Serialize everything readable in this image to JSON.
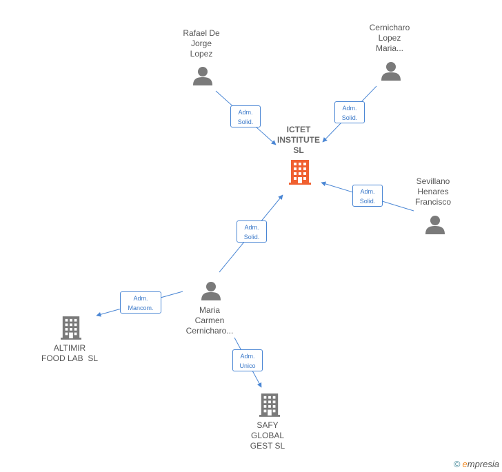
{
  "colors": {
    "edge": "#4a86d4",
    "person": "#7a7a7a",
    "company": "#7a7a7a",
    "center_company": "#f06030"
  },
  "center": {
    "lines": [
      "ICTET",
      "INSTITUTE",
      "SL"
    ],
    "icon": "building-icon"
  },
  "people": [
    {
      "id": "rafael",
      "lines": [
        "Rafael De",
        "Jorge",
        "Lopez"
      ],
      "icon": "person-icon"
    },
    {
      "id": "cernicharo-lopez",
      "lines": [
        "Cernicharo",
        "Lopez",
        "Maria..."
      ],
      "icon": "person-icon"
    },
    {
      "id": "sevillano",
      "lines": [
        "Sevillano",
        "Henares",
        "Francisco"
      ],
      "icon": "person-icon"
    },
    {
      "id": "maria-carmen",
      "lines": [
        "Maria",
        "Carmen",
        "Cernicharo..."
      ],
      "icon": "person-icon"
    }
  ],
  "companies": [
    {
      "id": "altimir",
      "lines": [
        "ALTIMIR",
        "FOOD LAB  SL"
      ],
      "icon": "building-icon"
    },
    {
      "id": "safy",
      "lines": [
        "SAFY",
        "GLOBAL",
        "GEST SL"
      ],
      "icon": "building-icon"
    }
  ],
  "edges": [
    {
      "id": "e-rafael",
      "lines": [
        "Adm.",
        "Solid."
      ]
    },
    {
      "id": "e-cernicharo",
      "lines": [
        "Adm.",
        "Solid."
      ]
    },
    {
      "id": "e-sevillano",
      "lines": [
        "Adm.",
        "Solid."
      ]
    },
    {
      "id": "e-maria-center",
      "lines": [
        "Adm.",
        "Solid."
      ]
    },
    {
      "id": "e-maria-altimir",
      "lines": [
        "Adm.",
        "Mancom."
      ]
    },
    {
      "id": "e-maria-safy",
      "lines": [
        "Adm.",
        "Unico"
      ]
    }
  ],
  "watermark": {
    "symbol": "©",
    "brand_initial": "e",
    "brand_rest": "mpresia"
  }
}
